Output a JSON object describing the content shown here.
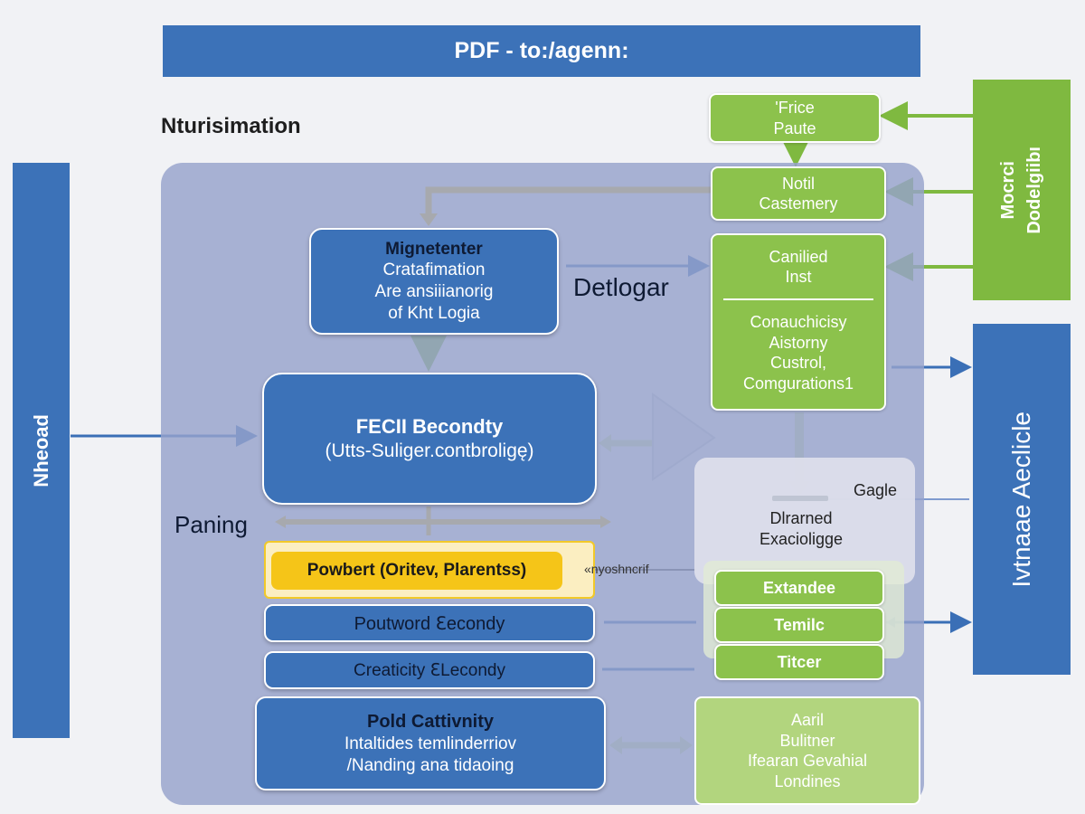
{
  "header": {
    "title": "PDF - to:/agenn:"
  },
  "section_label": "Nturisimation",
  "left_bar": {
    "label": "Nheoad"
  },
  "top_right_bar": {
    "line1": "Mocrci",
    "line2": "Dodelgiibı"
  },
  "right_bar": {
    "label": "Ivtnaae Aeclicle"
  },
  "green_top": {
    "line1": "'Frice",
    "line2": "Paute"
  },
  "green_notil": {
    "line1": "Notil",
    "line2": "Castemery"
  },
  "green_canlied": {
    "title1": "Canilied",
    "title2": "Inst",
    "line1": "Conauchicisy",
    "line2": "Aistorny",
    "line3": "Custrol,",
    "line4": "Comgurations1"
  },
  "blue_magnetenter": {
    "title": "Mignetenter",
    "line1": "Cratafimation",
    "line2": "Are ansiiianorig",
    "line3": "of Kht Logia"
  },
  "label_detlogar": "Detlogar",
  "blue_fecii": {
    "title": "FECII Becondty",
    "subtitle": "(Utts-Suliger.contbroligę)"
  },
  "label_paning": "Paning",
  "yellow_box": {
    "label": "Powbert (Oritev, Plarentss)"
  },
  "arrow_label": "«nyoshncrif",
  "pill_poutword": {
    "label": "Poutword ℇecondy"
  },
  "pill_creaticity": {
    "label": "Creaticity ℇLecondy"
  },
  "blue_pold": {
    "title": "Pold Cattivnity",
    "line1": "Intaltides temlinderriov",
    "line2": "/Nanding ana tidaoing"
  },
  "gray_panel": {
    "label_gagle": "Gagle",
    "line1": "Dlrarned",
    "line2": "Exacioligge"
  },
  "green_list": [
    "Extandee",
    "Temilc",
    "Titcer"
  ],
  "green_bottom": {
    "line1": "Aaril",
    "line2": "Bulitner",
    "line3": "Ifearan Gevahial",
    "line4": "Londines"
  }
}
